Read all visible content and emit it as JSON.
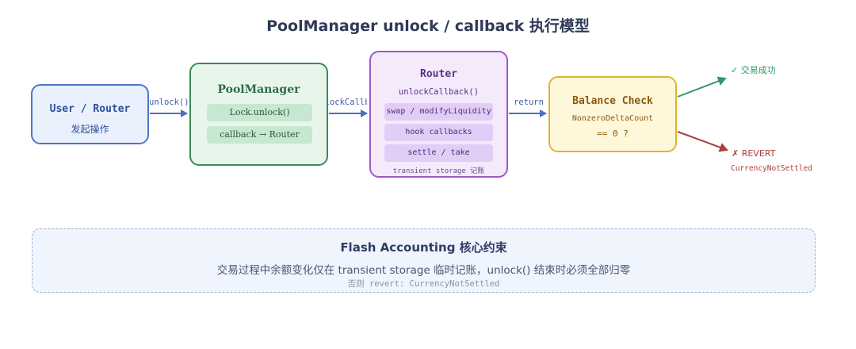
{
  "title": "PoolManager unlock / callback 执行模型",
  "nodes": {
    "user": {
      "title": "User / Router",
      "subtitle": "发起操作"
    },
    "pool_manager": {
      "title": "PoolManager",
      "items": [
        "Lock.unlock()",
        "callback → Router"
      ]
    },
    "router": {
      "title": "Router",
      "subtitle": "unlockCallback()",
      "items": [
        "swap / modifyLiquidity",
        "hook callbacks",
        "settle / take"
      ],
      "note": "transient storage 记账"
    },
    "balance_check": {
      "title": "Balance Check",
      "line1": "NonzeroDeltaCount",
      "line2": "== 0 ?"
    }
  },
  "edges": {
    "user_to_pm": "unlock()",
    "pm_to_router": "unlockCallba",
    "router_to_check": "return"
  },
  "outcomes": {
    "success": "✓ 交易成功",
    "revert": "✗ REVERT",
    "revert_code": "CurrencyNotSettled"
  },
  "flash_accounting": {
    "title": "Flash Accounting 核心约束",
    "description": "交易过程中余额变化仅在 transient storage 临时记账，unlock() 结束时必须全部归零",
    "footnote": "否则 revert: CurrencyNotSettled"
  },
  "colors": {
    "user_border": "#4f76c7",
    "pool_manager_border": "#3a8a55",
    "router_border": "#9b59c9",
    "balance_border": "#e0b432",
    "success": "#2f9a63",
    "revert": "#b23b3b"
  }
}
